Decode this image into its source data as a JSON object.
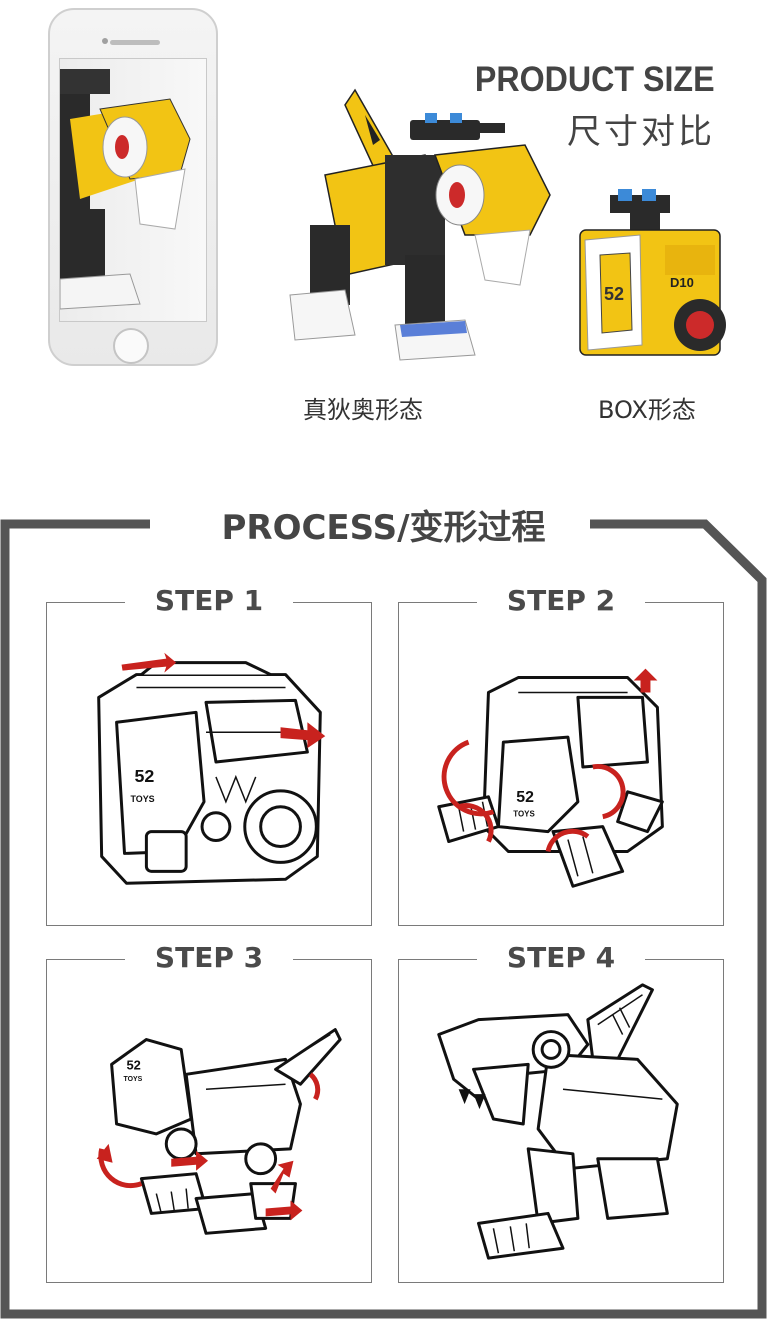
{
  "product_size": {
    "title_en": "PRODUCT SIZE",
    "title_cn": "尺寸对比",
    "form_dino_label": "真狄奥形态",
    "form_box_label": "BOX形态"
  },
  "process": {
    "title": "PROCESS/变形过程",
    "steps": [
      {
        "label": "STEP 1"
      },
      {
        "label": "STEP 2"
      },
      {
        "label": "STEP 3"
      },
      {
        "label": "STEP 4"
      }
    ]
  },
  "colors": {
    "toy_yellow": "#f2c414",
    "toy_black": "#222222",
    "arrow_red": "#c8221e",
    "frame_gray": "#555555"
  }
}
